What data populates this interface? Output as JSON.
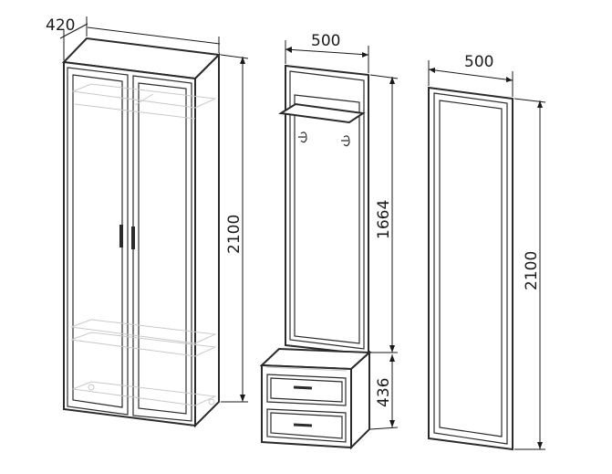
{
  "wardrobe": {
    "depth_label": "420",
    "height_label": "2100"
  },
  "hallway_panel": {
    "width_label": "500",
    "panel_height_label": "1664",
    "bench_height_label": "436"
  },
  "mirror": {
    "width_label": "500",
    "height_label": "2100"
  },
  "colors": {
    "line": "#2b2b2b",
    "ghost": "#c9c9c9",
    "text": "#1a1a1a"
  }
}
